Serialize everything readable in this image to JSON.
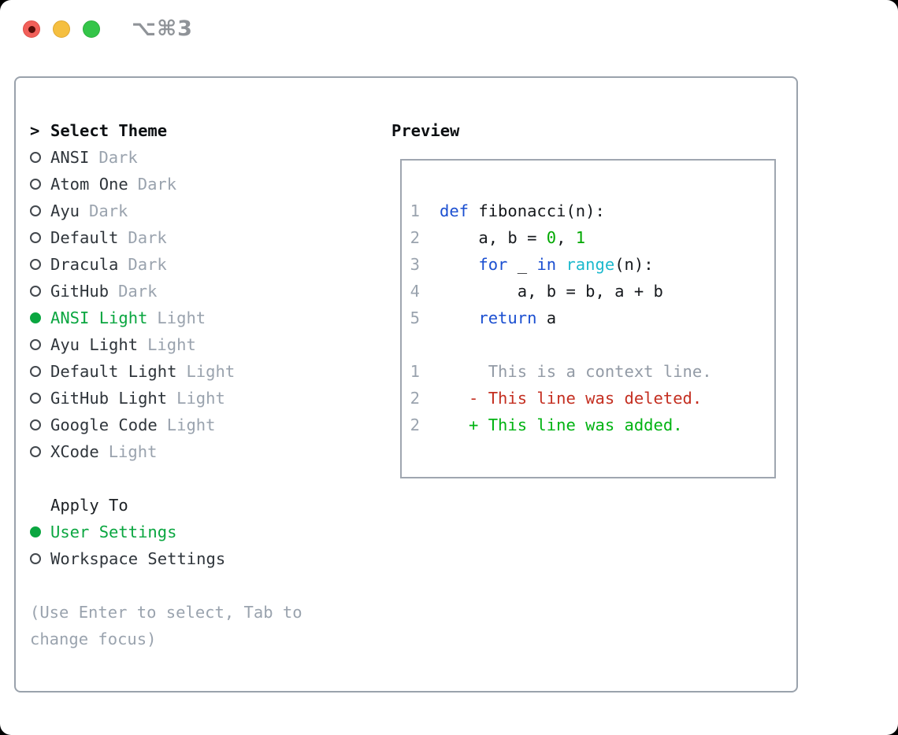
{
  "window": {
    "shortcut_label": "⌥⌘3",
    "traffic_lights": {
      "close": "close-button",
      "minimize": "minimize-button",
      "zoom": "zoom-button"
    }
  },
  "palette": {
    "selection_green": "#0aa640",
    "keyword_blue": "#1b4fd1",
    "builtin_cyan": "#1db9cd",
    "number_green": "#00a800",
    "added_green": "#00b312",
    "deleted_red": "#c42f21",
    "muted_gray": "#9aa3ae",
    "border_gray": "#9aa2ac",
    "text_dark": "#2f353b"
  },
  "theme_select": {
    "prompt": ">",
    "heading": "Select Theme",
    "items": [
      {
        "name": "ANSI",
        "tag": "Dark",
        "selected": false
      },
      {
        "name": "Atom One",
        "tag": "Dark",
        "selected": false
      },
      {
        "name": "Ayu",
        "tag": "Dark",
        "selected": false
      },
      {
        "name": "Default",
        "tag": "Dark",
        "selected": false
      },
      {
        "name": "Dracula",
        "tag": "Dark",
        "selected": false
      },
      {
        "name": "GitHub",
        "tag": "Dark",
        "selected": false
      },
      {
        "name": "ANSI Light",
        "tag": "Light",
        "selected": true
      },
      {
        "name": "Ayu Light",
        "tag": "Light",
        "selected": false
      },
      {
        "name": "Default Light",
        "tag": "Light",
        "selected": false
      },
      {
        "name": "GitHub Light",
        "tag": "Light",
        "selected": false
      },
      {
        "name": "Google Code",
        "tag": "Light",
        "selected": false
      },
      {
        "name": "XCode",
        "tag": "Light",
        "selected": false
      }
    ]
  },
  "apply_to": {
    "heading": "Apply To",
    "options": [
      {
        "label": "User Settings",
        "selected": true
      },
      {
        "label": "Workspace Settings",
        "selected": false
      }
    ]
  },
  "help": {
    "line1": "(Use Enter to select, Tab to",
    "line2": "change focus)"
  },
  "preview": {
    "heading": "Preview",
    "code_lines": [
      {
        "num": "1",
        "tokens": [
          {
            "text": "def",
            "color": "keyword"
          },
          {
            "text": " fibonacci(n):",
            "color": "plain"
          }
        ]
      },
      {
        "num": "2",
        "tokens": [
          {
            "text": "    a, b = ",
            "color": "plain"
          },
          {
            "text": "0",
            "color": "number"
          },
          {
            "text": ", ",
            "color": "plain"
          },
          {
            "text": "1",
            "color": "number"
          }
        ]
      },
      {
        "num": "3",
        "tokens": [
          {
            "text": "    ",
            "color": "plain"
          },
          {
            "text": "for",
            "color": "keyword"
          },
          {
            "text": " _ ",
            "color": "plain"
          },
          {
            "text": "in",
            "color": "keyword"
          },
          {
            "text": " ",
            "color": "plain"
          },
          {
            "text": "range",
            "color": "builtin"
          },
          {
            "text": "(n):",
            "color": "plain"
          }
        ]
      },
      {
        "num": "4",
        "tokens": [
          {
            "text": "        a, b = b, a + b",
            "color": "plain"
          }
        ]
      },
      {
        "num": "5",
        "tokens": [
          {
            "text": "    ",
            "color": "plain"
          },
          {
            "text": "return",
            "color": "keyword"
          },
          {
            "text": " a",
            "color": "plain"
          }
        ]
      }
    ],
    "diff_lines": [
      {
        "num": "1",
        "kind": "context",
        "text": "     This is a context line."
      },
      {
        "num": "2",
        "kind": "deleted",
        "text": "   - This line was deleted."
      },
      {
        "num": "2",
        "kind": "added",
        "text": "   + This line was added."
      }
    ]
  }
}
